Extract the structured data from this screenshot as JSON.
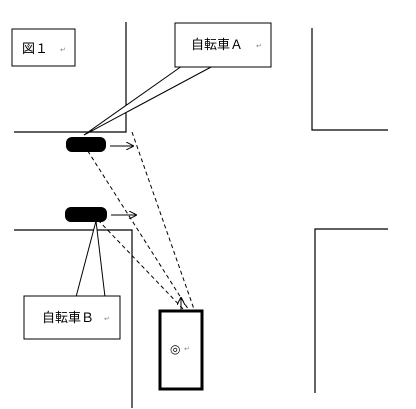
{
  "figure_label": {
    "text": "図１",
    "mark": "↵"
  },
  "bicycle_a": {
    "label": "自転車Ａ",
    "mark": "↵"
  },
  "bicycle_b": {
    "label": "自転車Ｂ",
    "mark": "↵"
  },
  "car": {
    "symbol": "◎",
    "mark": "↵"
  },
  "colors": {
    "line": "#000000",
    "background": "#ffffff",
    "edit_mark": "#8a8a8a"
  }
}
